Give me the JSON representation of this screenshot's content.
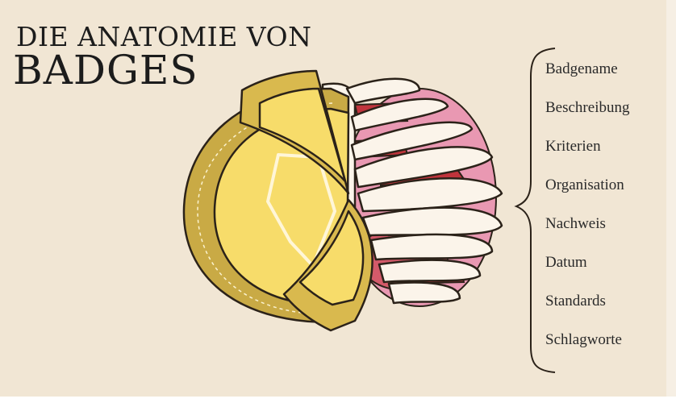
{
  "title": {
    "line1": "DIE ANATOMIE VON",
    "line2": "BADGES"
  },
  "labels": [
    "Badgename",
    "Beschreibung",
    "Kriterien",
    "Organisation",
    "Nachweis",
    "Datum",
    "Standards",
    "Schlagworte"
  ],
  "colors": {
    "background": "#f1e6d4",
    "badge_yellow": "#f7dc6a",
    "badge_gold": "#d9b94e",
    "badge_dark": "#b89a3a",
    "bone": "#fbf4ea",
    "organ_pink": "#e998b2",
    "organ_red": "#c0343c",
    "outline": "#2b2219"
  }
}
